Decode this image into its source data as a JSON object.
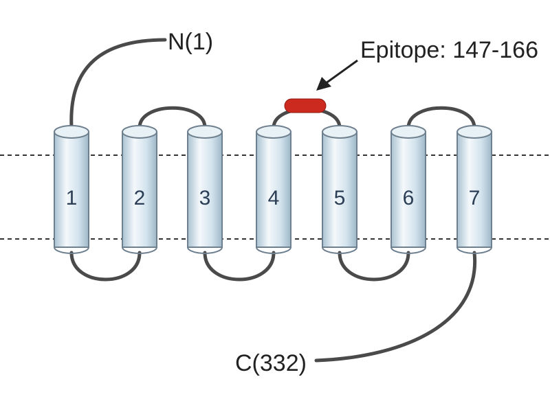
{
  "labels": {
    "n_terminus": "N(1)",
    "c_terminus": "C(332)",
    "epitope": "Epitope: 147-166"
  },
  "helices": [
    {
      "label": "1"
    },
    {
      "label": "2"
    },
    {
      "label": "3"
    },
    {
      "label": "4"
    },
    {
      "label": "5"
    },
    {
      "label": "6"
    },
    {
      "label": "7"
    }
  ],
  "colors": {
    "epitope": "#cc2a1e",
    "helix_fill_light": "#f4f8fb",
    "helix_fill_mid": "#d3e3ed",
    "helix_fill_dark": "#a9c2d2",
    "loop": "#4a4a4a"
  }
}
